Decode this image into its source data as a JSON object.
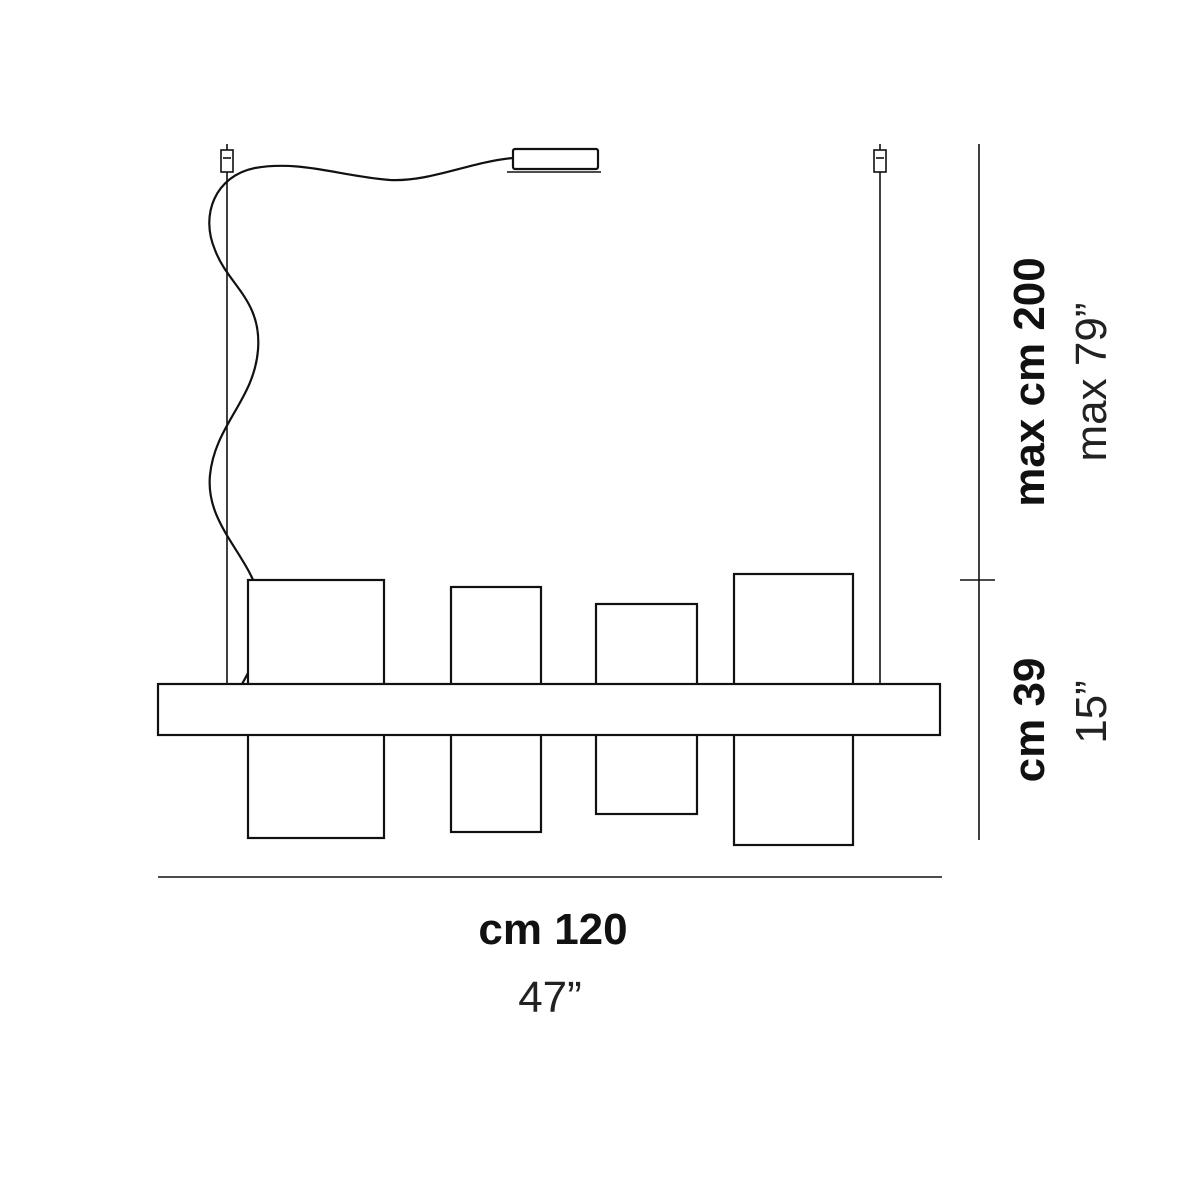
{
  "dimensions": {
    "width_metric": "cm 120",
    "width_imperial": "47”",
    "height_metric": "cm 39",
    "height_imperial": "15”",
    "drop_metric": "max cm 200",
    "drop_imperial": "max 79”"
  },
  "colors": {
    "line": "#111111",
    "background": "#ffffff"
  }
}
